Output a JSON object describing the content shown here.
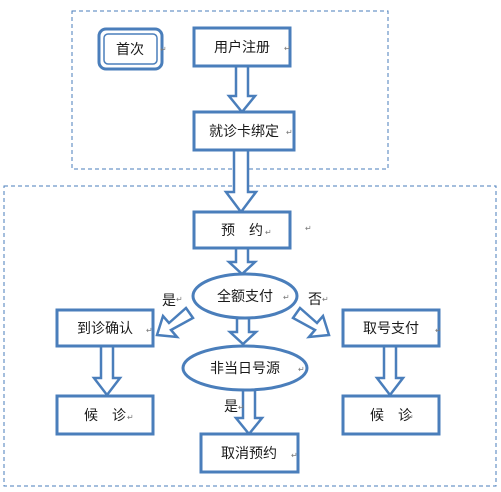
{
  "diagram": {
    "colors": {
      "stroke": "#4a7ebb",
      "arrow_fill": "#ffffff",
      "dash": "#4a7ebb",
      "text": "#1a1a1a"
    },
    "nodes": {
      "home": "首次",
      "register": "用户注册",
      "bind_card": "就诊卡绑定",
      "reserve": "预　约",
      "full_payment": "全额支付",
      "not_same_day": "非当日号源",
      "confirm_visit": "到诊确认",
      "take_number_pay": "取号支付",
      "wait_left": "候　诊",
      "wait_right": "候　诊",
      "cancel": "取消预约"
    },
    "edge_labels": {
      "yes_left": "是",
      "no_right": "否",
      "yes_bottom": "是"
    },
    "paragraph_mark": "↵"
  }
}
